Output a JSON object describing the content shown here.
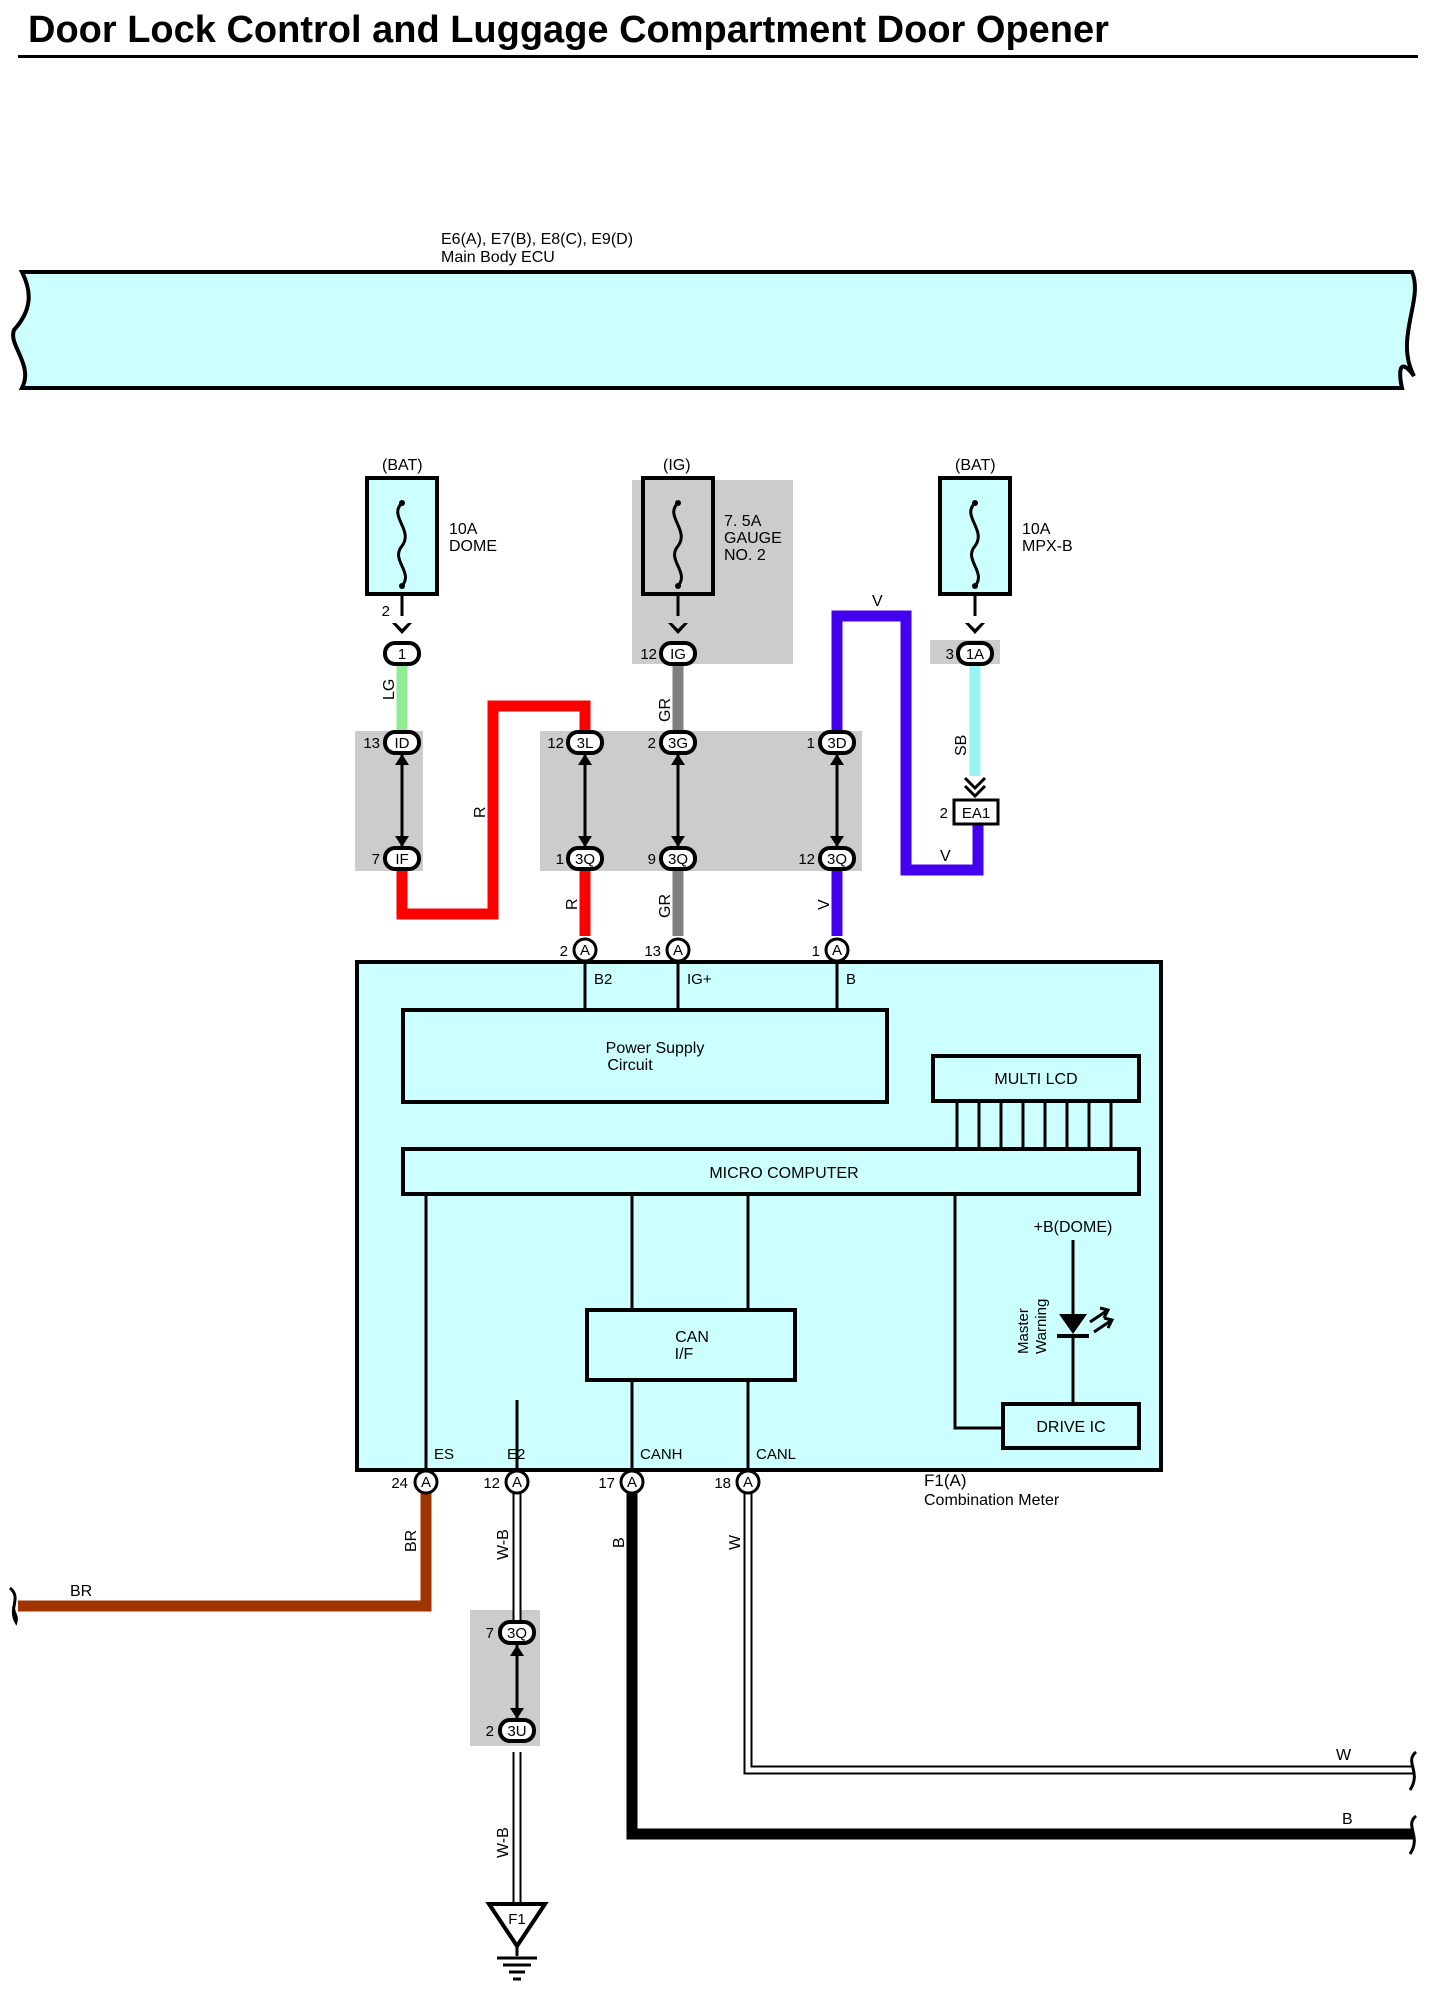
{
  "title": "Door Lock Control and Luggage Compartment Door Opener",
  "ecu": {
    "connectors": "E6(A), E7(B), E8(C), E9(D)",
    "name": "Main Body ECU"
  },
  "sources": {
    "bat1": "(BAT)",
    "ig": "(IG)",
    "bat2": "(BAT)"
  },
  "fuses": {
    "dome": {
      "line1": "10A",
      "line2": "DOME"
    },
    "gauge": {
      "line1": "7. 5A",
      "line2": "GAUGE",
      "line3": "NO. 2"
    },
    "mpxb": {
      "line1": "10A",
      "line2": "MPX-B"
    }
  },
  "connectors": {
    "c1": "1",
    "c1_pin": "2",
    "cIG": "IG",
    "cIG_pin": "12",
    "c1A": "1A",
    "c1A_pin": "3",
    "cEA1": "EA1",
    "cEA1_pin": "2",
    "cID": "ID",
    "cID_pin": "13",
    "cIF": "IF",
    "cIF_pin": "7",
    "c3L": "3L",
    "c3L_pin": "12",
    "c3G": "3G",
    "c3G_pin": "2",
    "c3D": "3D",
    "c3D_pin": "1",
    "c3Q_a": "3Q",
    "c3Q_a_pin": "1",
    "c3Q_b": "3Q",
    "c3Q_b_pin": "9",
    "c3Q_c": "3Q",
    "c3Q_c_pin": "12",
    "c3Q_d": "3Q",
    "c3Q_d_pin": "7",
    "c3U": "3U",
    "c3U_pin": "2",
    "meter_top": [
      {
        "letter": "A",
        "pin": "2",
        "terminal": "B2"
      },
      {
        "letter": "A",
        "pin": "13",
        "terminal": "IG+"
      },
      {
        "letter": "A",
        "pin": "1",
        "terminal": "B"
      }
    ],
    "meter_bottom": [
      {
        "letter": "A",
        "pin": "24",
        "terminal": "ES"
      },
      {
        "letter": "A",
        "pin": "12",
        "terminal": "E2"
      },
      {
        "letter": "A",
        "pin": "17",
        "terminal": "CANH"
      },
      {
        "letter": "A",
        "pin": "18",
        "terminal": "CANL"
      }
    ]
  },
  "wires": {
    "lg": "LG",
    "r1": "R",
    "r2": "R",
    "gr1": "GR",
    "gr2": "GR",
    "v1": "V",
    "v2": "V",
    "v3": "V",
    "sb": "SB",
    "br1": "BR",
    "br2": "BR",
    "wb1": "W-B",
    "wb2": "W-B",
    "b1": "B",
    "b2": "B",
    "w1": "W",
    "w2": "W"
  },
  "wire_colors": {
    "LG": "#90ee90",
    "R": "#ff0000",
    "GR": "#808080",
    "V": "#4400ee",
    "SB": "#99f3f3",
    "BR": "#a03500",
    "B": "#000000",
    "W": "#ffffff"
  },
  "meter": {
    "connector": "F1(A)",
    "name": "Combination Meter",
    "power_supply_1": "Power Supply",
    "power_supply_2": "Circuit",
    "multi_lcd": "MULTI LCD",
    "micro": "MICRO COMPUTER",
    "can_1": "CAN",
    "can_2": "I/F",
    "dome": "+B(DOME)",
    "led_1": "Master",
    "led_2": "Warning",
    "drive": "DRIVE IC"
  },
  "ground": "F1",
  "colors": {
    "ecu_fill": "#ccffff",
    "shade": "#cccccc"
  }
}
